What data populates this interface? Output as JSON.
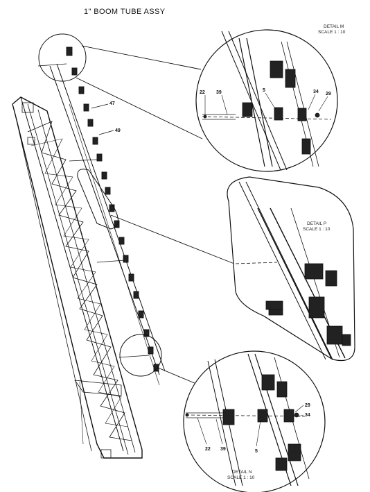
{
  "title": "1\" BOOM TUBE ASSY",
  "details": {
    "m": {
      "name": "DETAIL M",
      "scale": "SCALE 1 : 10"
    },
    "p": {
      "name": "DETAIL P",
      "scale": "SCALE 1 : 10"
    },
    "n": {
      "name": "DETAIL N",
      "scale": "SCALE 1 : 10"
    }
  },
  "callouts": {
    "main": {
      "c47": "47",
      "c49": "49"
    },
    "m": {
      "c22": "22",
      "c39": "39",
      "c5": "5",
      "c34": "34",
      "c29": "29"
    },
    "n": {
      "c29": "29",
      "c34": "34",
      "c22": "22",
      "c39": "39",
      "c5": "5"
    }
  }
}
